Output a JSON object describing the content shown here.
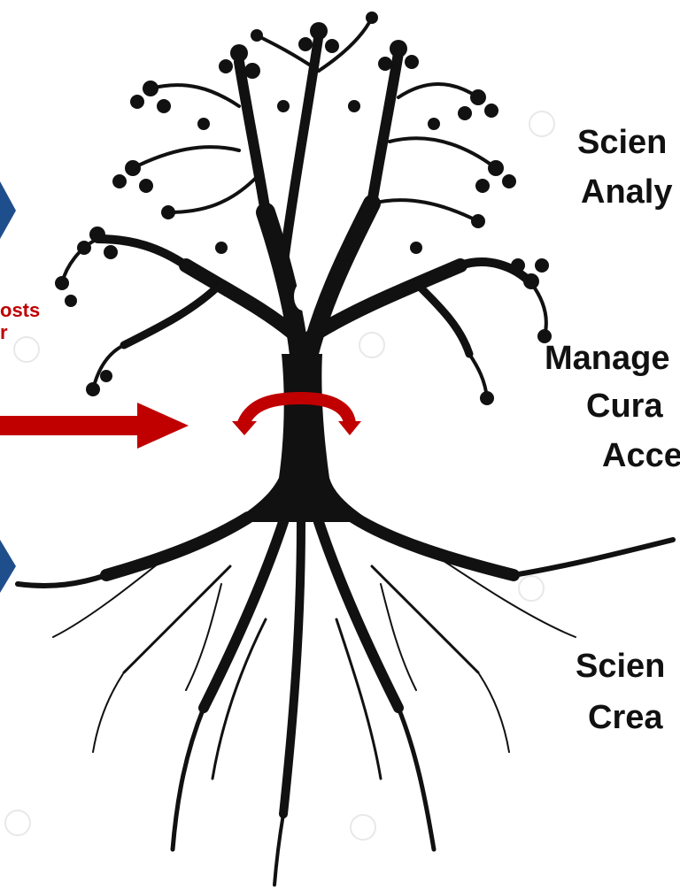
{
  "diagram": {
    "labels_right": [
      {
        "text": "Scien"
      },
      {
        "text": "Analy"
      },
      {
        "text": "Manage"
      },
      {
        "text": "Cura"
      },
      {
        "text": "Acce"
      },
      {
        "text": "Scien"
      },
      {
        "text": "Crea"
      }
    ],
    "labels_left": [
      {
        "text": "osts"
      },
      {
        "text": "r"
      }
    ],
    "colors": {
      "tree": "#111111",
      "arrow_red": "#c00000",
      "chevron_blue": "#1f4e8c",
      "text_dark": "#111111"
    },
    "icons": [
      "tree-silhouette",
      "right-arrow",
      "curved-arrow",
      "chevron-right-icon"
    ]
  }
}
